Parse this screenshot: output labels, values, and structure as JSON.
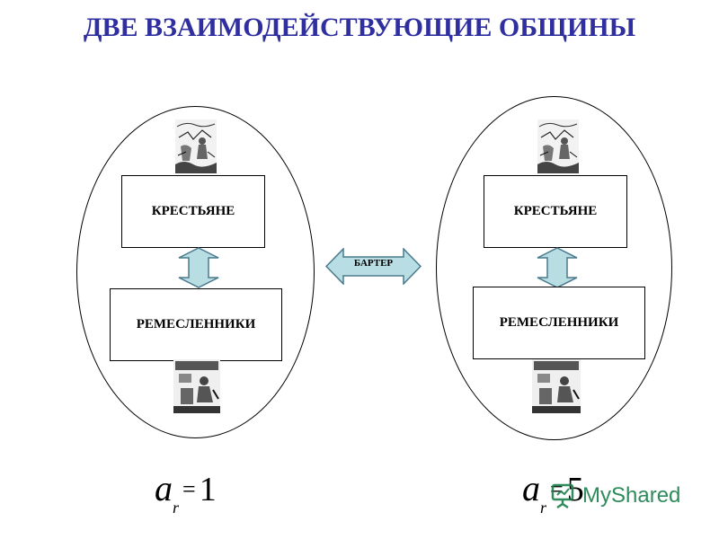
{
  "title": "ДВЕ ВЗАИМОДЕЙСТВУЮЩИЕ ОБЩИНЫ",
  "left_community": {
    "top_box": "КРЕСТЬЯНЕ",
    "bottom_box": "РЕМЕСЛЕННИКИ",
    "formula": {
      "symbol": "a",
      "subscript": "r",
      "operator": "=",
      "value": "1"
    }
  },
  "right_community": {
    "top_box": "КРЕСТЬЯНЕ",
    "bottom_box": "РЕМЕСЛЕННИКИ",
    "formula": {
      "symbol": "a",
      "subscript": "r",
      "operator": "=",
      "value": "5"
    }
  },
  "exchange_label": "БАРТЕР",
  "watermark": "MyShared",
  "colors": {
    "title": "#2f2fa0",
    "arrow_fill": "#b8dde3",
    "arrow_stroke": "#4a7a8c"
  }
}
